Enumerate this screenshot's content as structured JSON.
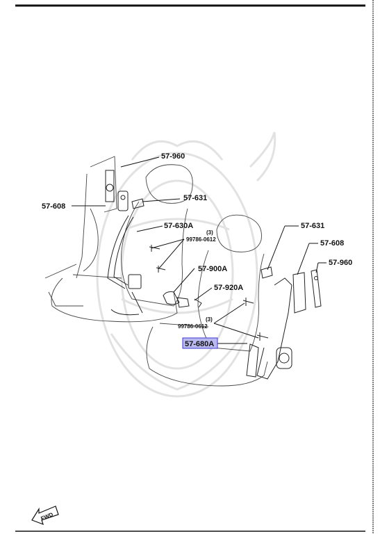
{
  "labels": {
    "r_960": "57-960",
    "r_608": "57-608",
    "r_631": "57-631",
    "r_630a": "57-630A",
    "r_bolt_qty": "(3)",
    "r_bolt": "99786-0612",
    "r_900a": "57-900A",
    "r_920a": "57-920A",
    "l_631": "57-631",
    "l_608": "57-608",
    "l_960": "57-960",
    "l_bolt_qty": "(3)",
    "l_bolt": "99786-0612",
    "l_680a": "57-680A"
  },
  "fwd_label": "FWD",
  "colors": {
    "highlight_fill": "#b9b9f0",
    "highlight_stroke": "#3a3ad0"
  }
}
